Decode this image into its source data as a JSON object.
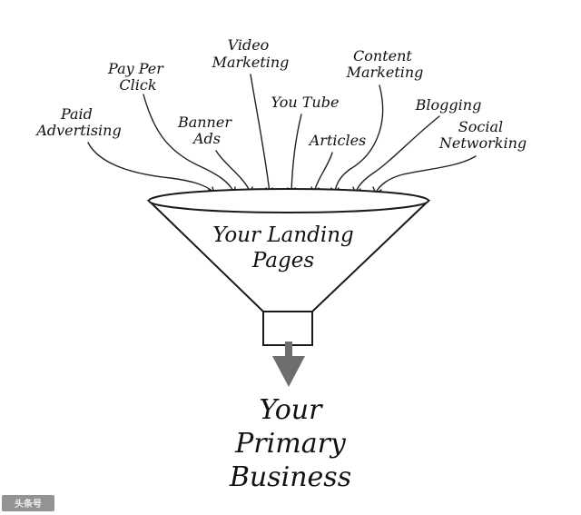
{
  "sources": [
    {
      "id": "paid-advertising",
      "lines": [
        "Paid",
        "Advertising"
      ]
    },
    {
      "id": "pay-per-click",
      "lines": [
        "Pay Per",
        "Click"
      ]
    },
    {
      "id": "banner-ads",
      "lines": [
        "Banner",
        "Ads"
      ]
    },
    {
      "id": "video-marketing",
      "lines": [
        "Video",
        "Marketing"
      ]
    },
    {
      "id": "you-tube",
      "lines": [
        "You Tube"
      ]
    },
    {
      "id": "articles",
      "lines": [
        "Articles"
      ]
    },
    {
      "id": "content-marketing",
      "lines": [
        "Content",
        "Marketing"
      ]
    },
    {
      "id": "blogging",
      "lines": [
        "Blogging"
      ]
    },
    {
      "id": "social-networking",
      "lines": [
        "Social",
        "Networking"
      ]
    }
  ],
  "funnel": {
    "line1": "Your Landing",
    "line2": "Pages"
  },
  "outcome": {
    "line1": "Your",
    "line2": "Primary",
    "line3": "Business"
  },
  "watermark": "头条号"
}
